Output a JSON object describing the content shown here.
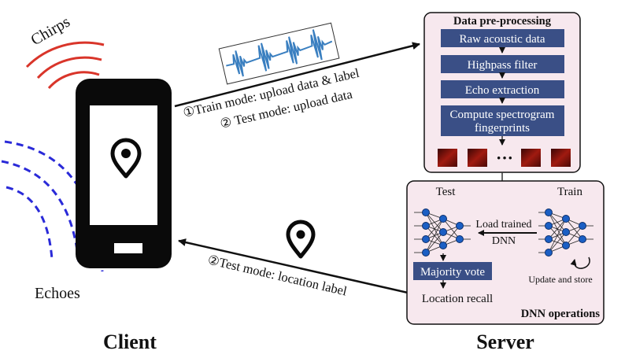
{
  "client": {
    "title": "Client",
    "chirps_label": "Chirps",
    "echoes_label": "Echoes"
  },
  "server": {
    "title": "Server"
  },
  "uplink": {
    "line1": "①Train mode: upload data & label",
    "line2": "② Test mode: upload data"
  },
  "downlink": {
    "line1": "②Test mode: location label"
  },
  "preprocessing": {
    "title": "Data pre-processing",
    "steps": [
      "Raw acoustic data",
      "Highpass filter",
      "Echo extraction",
      "Compute spectrogram",
      "fingerprints"
    ],
    "ellipsis": "···"
  },
  "dnn": {
    "title": "DNN operations",
    "test_label": "Test",
    "train_label": "Train",
    "load_line1": "Load trained",
    "load_line2": "DNN",
    "majority_vote": "Majority vote",
    "location_recall": "Location recall",
    "update_store": "Update and store"
  },
  "colors": {
    "chirp_red": "#d9352a",
    "echo_blue": "#2a2ad8",
    "step_box": "#3a4f86",
    "panel_fill": "#f7e8ee",
    "waveform": "#3a7fc0",
    "spectrogram": "#8a1410",
    "network_node": "#1b5fc4"
  }
}
